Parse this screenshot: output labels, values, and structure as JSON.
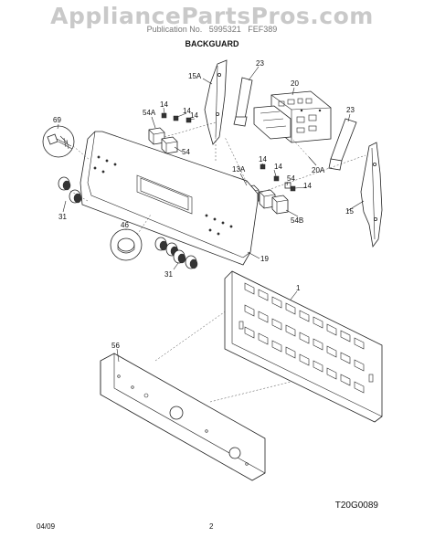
{
  "watermark": "AppliancePartsPros.com",
  "header": {
    "left": "Publication No.",
    "center": "5995321",
    "right": "FEF389"
  },
  "title": "BACKGUARD",
  "diagram_code": "T20G0089",
  "footer": {
    "date": "04/09",
    "page": "2"
  },
  "callouts": {
    "c15a": "15A",
    "c23a": "23",
    "c20": "20",
    "c23b": "23",
    "c14a": "14",
    "c14b": "14",
    "c14c": "14",
    "c54a": "54A",
    "c54": "54",
    "c69": "69",
    "c20a": "20A",
    "c13a": "13A",
    "c14d": "14",
    "c14e": "14",
    "c14f": "14",
    "c54b": "54",
    "c54bb": "54B",
    "c15": "15",
    "c31a": "31",
    "c46": "46",
    "c19": "19",
    "c31b": "31",
    "c1": "1",
    "c56": "56"
  }
}
